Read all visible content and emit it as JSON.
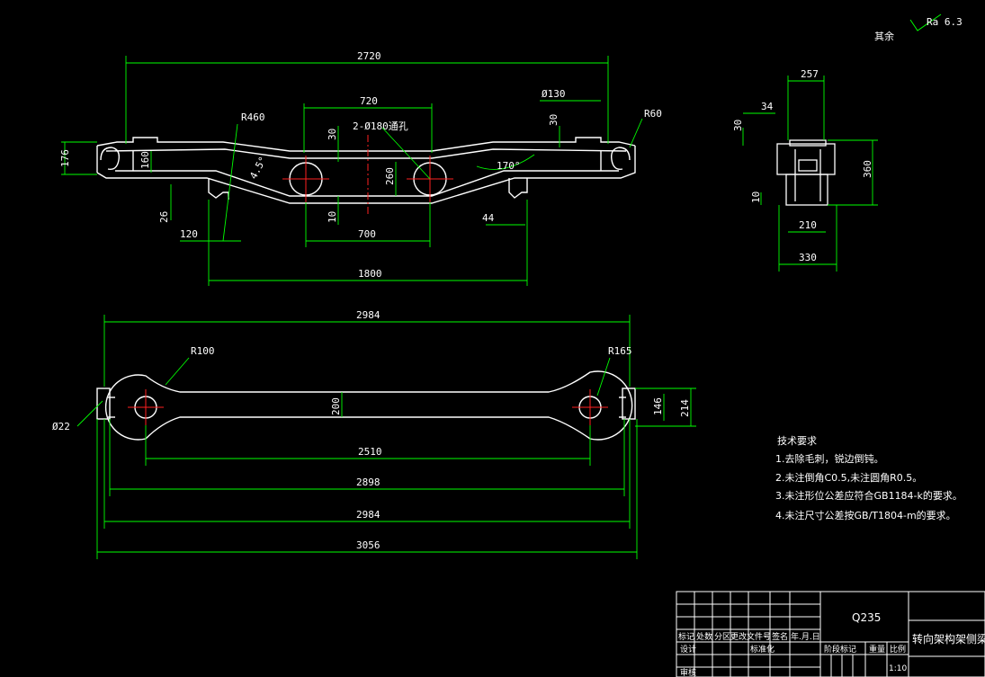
{
  "colors": {
    "background": "#000000",
    "outline": "#ffffff",
    "dimension": "#00ff00",
    "centerline": "#ff2020",
    "text": "#ffffff"
  },
  "roughness": {
    "label": "其余",
    "value": "Ra 6.3"
  },
  "front_view": {
    "dims": {
      "overall_length": "2720",
      "spacing": "720",
      "hole_label": "2-Ø180通孔",
      "bore": "Ø130",
      "radius_left": "R460",
      "radius_right": "R60",
      "height_left_outer": "176",
      "height_left_inner": "160",
      "vert_30_a": "30",
      "vert_30_b": "30",
      "vert_10": "10",
      "hole_vert": "260",
      "taper_angle": "4.5°",
      "bend_angle": "170°",
      "dim_26": "26",
      "dim_120": "120",
      "hole_span": "700",
      "dim_44": "44",
      "bracket_span": "1800"
    }
  },
  "side_view": {
    "dims": {
      "top_width": "257",
      "dim_34": "34",
      "dim_30": "30",
      "dim_10": "10",
      "height": "360",
      "bottom_inner": "210",
      "bottom_outer": "330"
    }
  },
  "top_view": {
    "dims": {
      "top_length": "2984",
      "radius_left": "R100",
      "radius_right": "R165",
      "dia_left": "Ø22",
      "center_width": "200",
      "end_inner": "146",
      "end_outer": "214",
      "center_span": "2510",
      "length_2898": "2898",
      "length_2984": "2984",
      "length_3056": "3056"
    }
  },
  "notes": {
    "title": "技术要求",
    "items": [
      "1.去除毛刺，锐边倒钝。",
      "2.未注倒角C0.5,未注圆角R0.5。",
      "3.未注形位公差应符合GB1184-k的要求。",
      "4.未注尺寸公差按GB/T1804-m的要求。"
    ]
  },
  "title_block": {
    "material": "Q235",
    "part_name": "转向架构架侧梁",
    "scale_label": "比例",
    "scale_value": "1:10",
    "weight_label": "重量",
    "stage_label": "阶段标记",
    "row_headers": [
      "标记",
      "处数",
      "分区",
      "更改文件号",
      "签名",
      "年.月.日"
    ],
    "designer": "设计",
    "standardize": "标准化",
    "review": "审核"
  }
}
